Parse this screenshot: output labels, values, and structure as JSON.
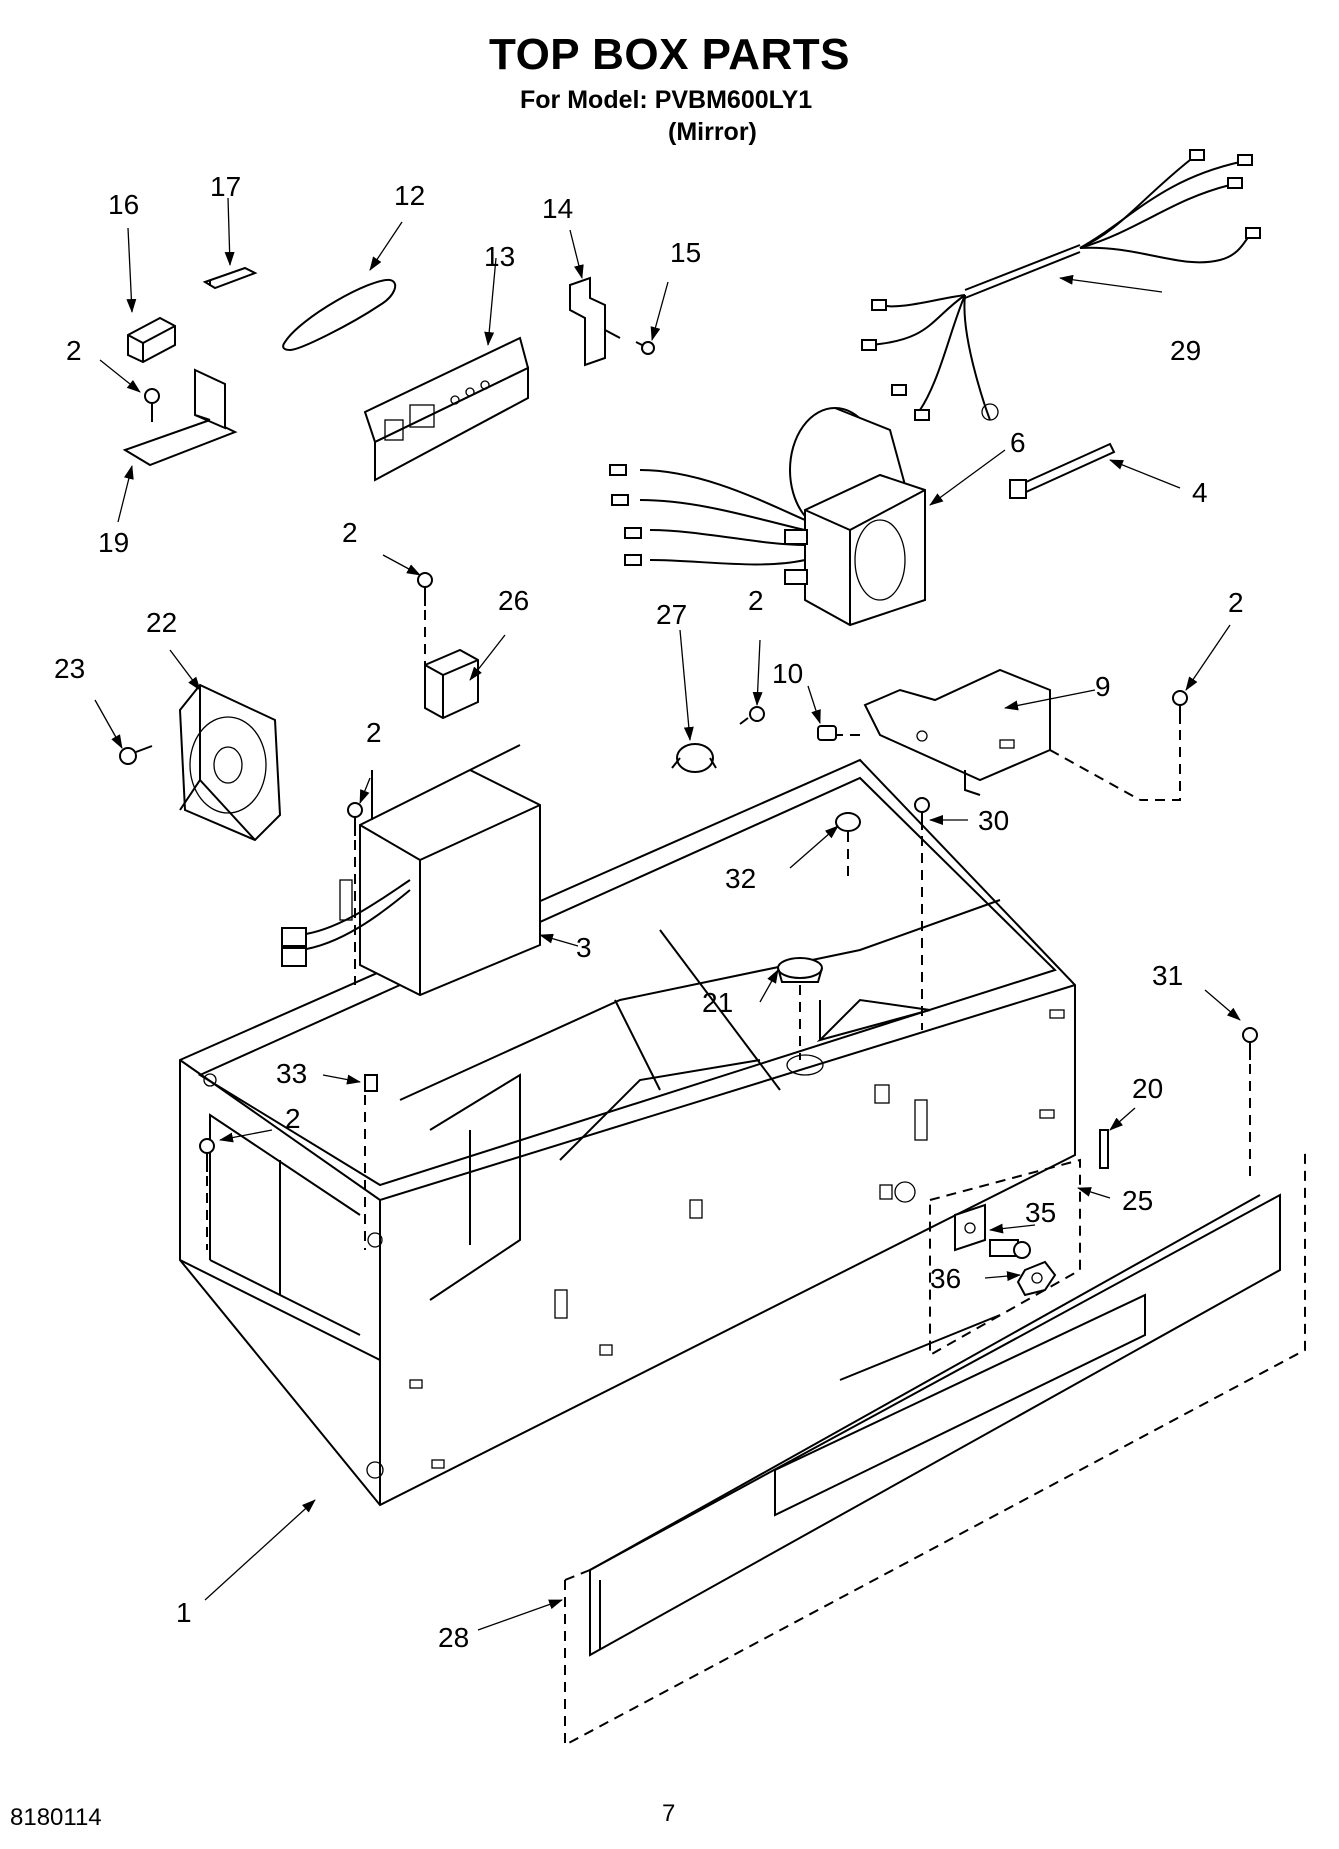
{
  "page": {
    "title": "TOP BOX PARTS",
    "model_line": "For Model: PVBM600LY1",
    "variant": "(Mirror)",
    "doc_number": "8180114",
    "page_number": "7"
  },
  "callouts": [
    "1",
    "2",
    "2",
    "2",
    "2",
    "2",
    "2",
    "3",
    "4",
    "6",
    "9",
    "10",
    "12",
    "13",
    "14",
    "15",
    "16",
    "17",
    "19",
    "20",
    "21",
    "22",
    "23",
    "25",
    "26",
    "27",
    "28",
    "29",
    "30",
    "31",
    "32",
    "33",
    "35",
    "36"
  ]
}
